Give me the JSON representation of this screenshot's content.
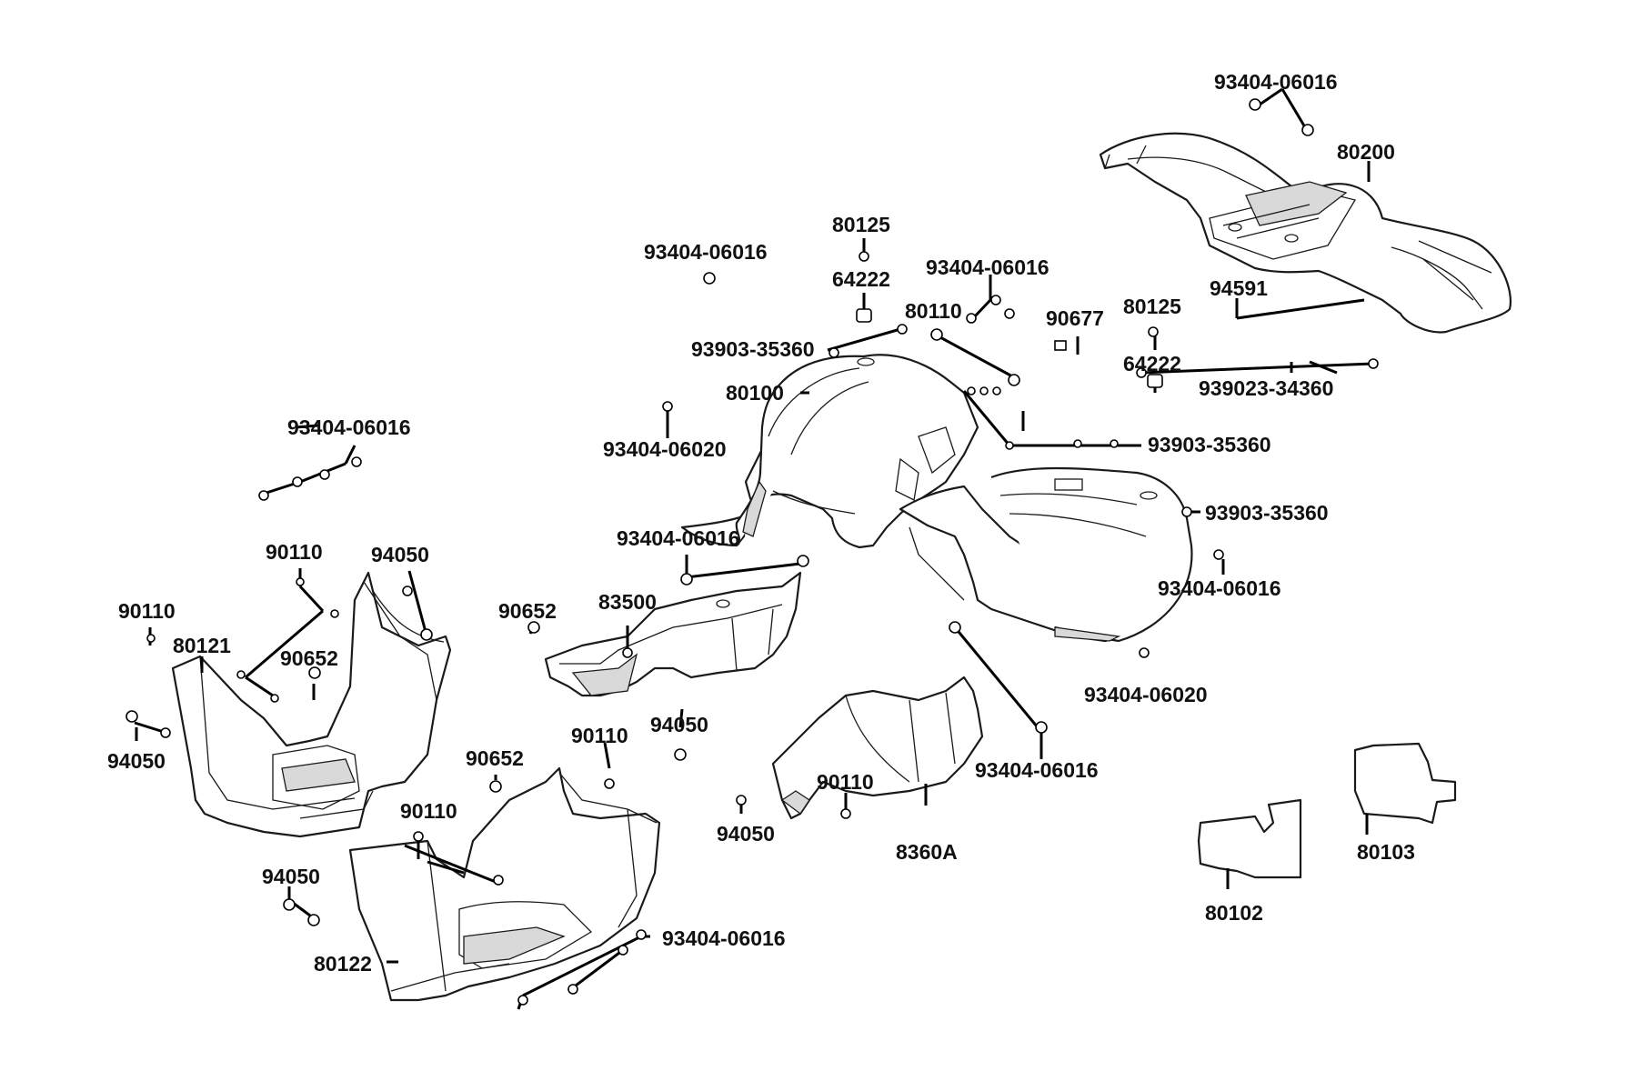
{
  "callouts": {
    "c1": "93404-06016",
    "c2": "80200",
    "c3": "80125",
    "c4": "93404-06016",
    "c5": "64222",
    "c6": "93404-06016",
    "c7": "80110",
    "c8": "90677",
    "c9": "80125",
    "c10": "94591",
    "c11": "93903-35360",
    "c12": "64222",
    "c13": "939023-34360",
    "c14": "80100",
    "c15": "93404-06016",
    "c16": "93404-06020",
    "c17": "93903-35360",
    "c18": "93903-35360",
    "c19": "93404-06016",
    "c20": "93404-06016",
    "c21": "90110",
    "c22": "94050",
    "c23": "90652",
    "c24": "83500",
    "c25": "90110",
    "c26": "80121",
    "c27": "90652",
    "c28": "93404-06020",
    "c29": "94050",
    "c30": "90110",
    "c31": "94050",
    "c32": "90652",
    "c33": "93404-06016",
    "c34": "90110",
    "c35": "90110",
    "c36": "94050",
    "c37": "8360A",
    "c38": "80103",
    "c39": "80102",
    "c40": "94050",
    "c41": "93404-06016",
    "c42": "80122"
  }
}
